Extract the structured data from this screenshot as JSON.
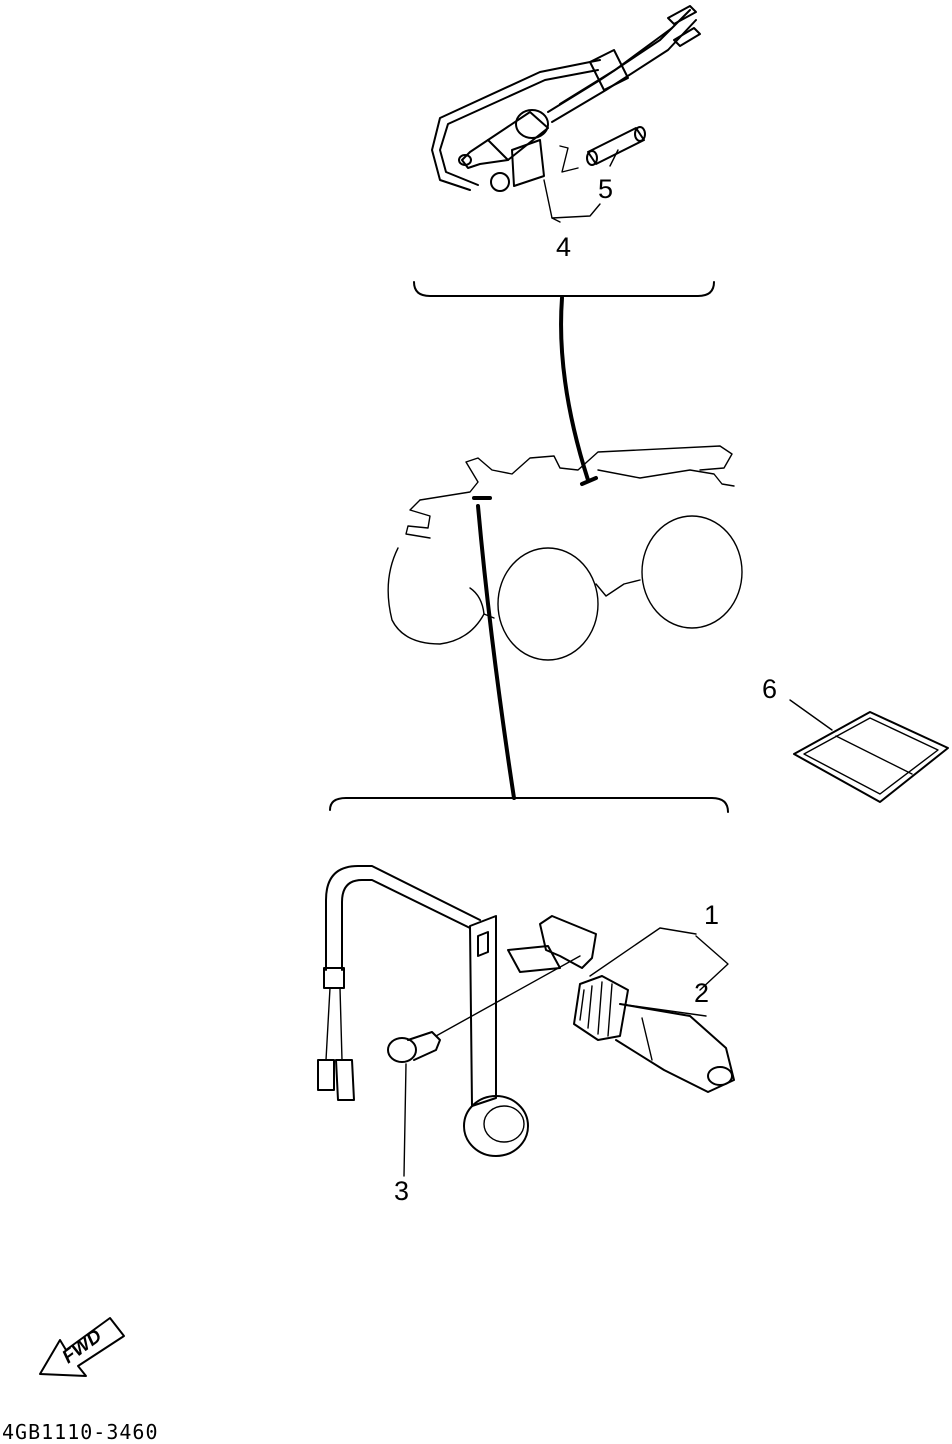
{
  "callouts": {
    "c1": "1",
    "c2": "2",
    "c3": "3",
    "c4": "4",
    "c5": "5",
    "c6": "6"
  },
  "fwd_label": "FWD",
  "drawing_code": "4GB1110-3460"
}
